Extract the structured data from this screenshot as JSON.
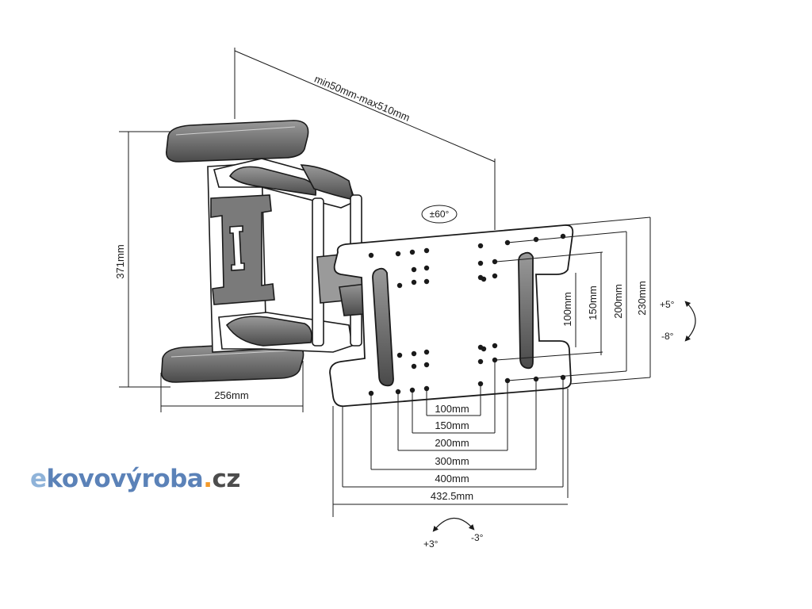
{
  "diagram": {
    "dimensions": {
      "depth_range": "min50mm-max510mm",
      "swivel": "±60°",
      "wall_plate_height": "371mm",
      "wall_plate_width": "256mm",
      "vesa_vertical": [
        "100mm",
        "150mm",
        "200mm",
        "230mm"
      ],
      "vesa_horizontal": [
        "100mm",
        "150mm",
        "200mm",
        "300mm",
        "400mm",
        "432.5mm"
      ]
    },
    "tilt": {
      "up": "+5°",
      "down": "-8°"
    },
    "rotation": {
      "left": "+3°",
      "right": "-3°"
    }
  },
  "brand": {
    "prefix": "e",
    "middle": "kovovýroba",
    "dot": ".",
    "tld": "cz"
  },
  "colors": {
    "line": "#1a1a1a",
    "fill_dark": "#6a6a6a",
    "brand_light": "#8fb3d9",
    "brand_blue": "#5b82b8",
    "brand_orange": "#f39a2a"
  }
}
